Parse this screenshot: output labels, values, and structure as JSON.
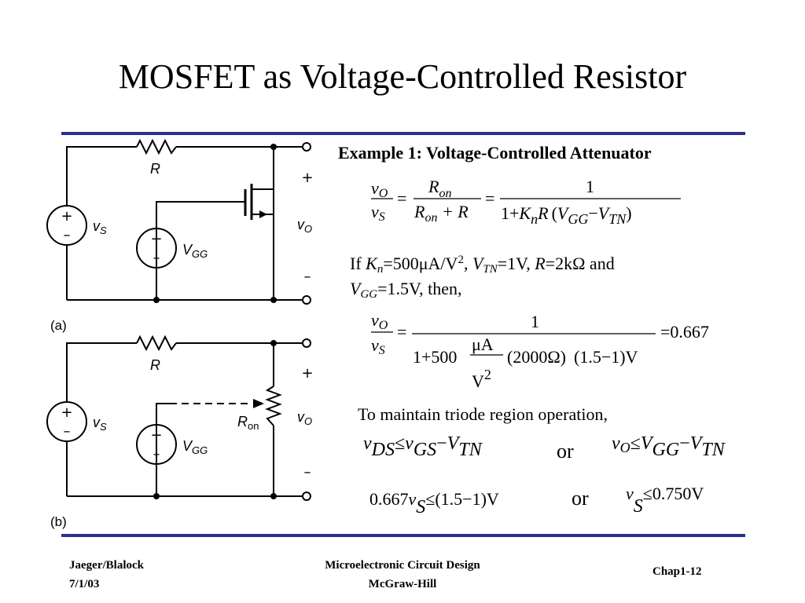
{
  "slide": {
    "title": "MOSFET as Voltage-Controlled Resistor",
    "accent_color": "#2b2f94"
  },
  "circuit_a": {
    "label": "(a)",
    "resistor_label": "R",
    "source_vs": "v",
    "source_vs_sub": "S",
    "source_vgg": "V",
    "source_vgg_sub": "GG",
    "output": "v",
    "output_sub": "O",
    "plus": "+",
    "minus": "–"
  },
  "circuit_b": {
    "label": "(b)",
    "resistor_label": "R",
    "ron_label": "R",
    "ron_sub": "on",
    "source_vs": "v",
    "source_vs_sub": "S",
    "source_vgg": "V",
    "source_vgg_sub": "GG",
    "output": "v",
    "output_sub": "O",
    "plus": "+",
    "minus": "–"
  },
  "example": {
    "heading": "Example 1: Voltage-Controlled Attenuator",
    "eq1": {
      "lhs_num": "v",
      "lhs_num_sub": "O",
      "lhs_den": "v",
      "lhs_den_sub": "S",
      "eq": "=",
      "mid_num": "R",
      "mid_num_sub": "on",
      "mid_den": "R",
      "mid_den_sub": "on",
      "mid_den_tail": " + R",
      "rhs_num": "1",
      "rhs_den_a": "1+",
      "rhs_den_k": "K",
      "rhs_den_k_sub": "n",
      "rhs_den_r": "R",
      "rhs_den_v1": "V",
      "rhs_den_v1_sub": "GG",
      "rhs_den_minus": "−",
      "rhs_den_v2": "V",
      "rhs_den_v2_sub": "TN"
    },
    "given": {
      "if": "If ",
      "kn": "K",
      "kn_sub": "n",
      "kn_val": "=500μA/V",
      "kn_exp": "2",
      "sep1": ", ",
      "vtn": "V",
      "vtn_sub": "TN",
      "vtn_val": "=1V, ",
      "r": "R",
      "r_val": "=2kΩ and",
      "vgg": "V",
      "vgg_sub": "GG",
      "vgg_val": "=1.5V, then,"
    },
    "eq2": {
      "lhs_num": "v",
      "lhs_num_sub": "O",
      "lhs_den": "v",
      "lhs_den_sub": "S",
      "eq": "=",
      "num": "1",
      "den_a": "1+500",
      "unit_num": "μA",
      "unit_den": "V",
      "unit_den_exp": "2",
      "den_b": "(2000Ω)",
      "den_c": "(1.5−1)V",
      "result": "=0.667"
    },
    "maintain": "To maintain triode region operation,",
    "ineq1_left": {
      "a": "v",
      "a_sub": "DS",
      "le": "≤",
      "b": "v",
      "b_sub": "GS",
      "minus": "−",
      "c": "V",
      "c_sub": "TN"
    },
    "or1": "or",
    "ineq1_right": {
      "a": "v",
      "a_sub": "O",
      "le": "≤",
      "b": "V",
      "b_sub": "GG",
      "minus": "−",
      "c": "V",
      "c_sub": "TN"
    },
    "ineq2_left": {
      "a": "0.667",
      "b": "v",
      "b_sub": "S",
      "le": "≤",
      "c": "(1.5−1)V"
    },
    "or2": "or",
    "ineq2_right": {
      "a": "v",
      "a_sub": "S",
      "le": "≤",
      "b": "0.750V"
    }
  },
  "footer": {
    "authors": "Jaeger/Blalock",
    "date": "7/1/03",
    "book": "Microelectronic Circuit Design",
    "publisher": "McGraw-Hill",
    "chapter": "Chap1-12"
  }
}
